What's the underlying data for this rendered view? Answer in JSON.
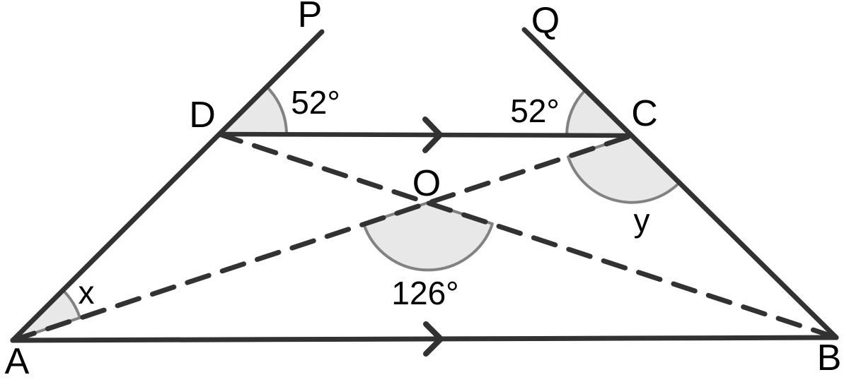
{
  "figure": {
    "type": "geometry-angle-diagram",
    "points": {
      "A": {
        "label": "A"
      },
      "B": {
        "label": "B"
      },
      "C": {
        "label": "C"
      },
      "D": {
        "label": "D"
      },
      "O": {
        "label": "O"
      },
      "P": {
        "label": "P"
      },
      "Q": {
        "label": "Q"
      }
    },
    "angles": {
      "PDC": {
        "label": "52°",
        "vertex": "D"
      },
      "QCD": {
        "label": "52°",
        "vertex": "C"
      },
      "AOB": {
        "label": "126°",
        "vertex": "O"
      },
      "DAC": {
        "label": "x",
        "vertex": "A"
      },
      "ACB": {
        "label": "y",
        "vertex": "C"
      }
    },
    "colors": {
      "line": "#323232",
      "sector_fill": "#e8e8e8",
      "sector_stroke": "#828282",
      "text": "#000000",
      "background": "#ffffff"
    }
  }
}
